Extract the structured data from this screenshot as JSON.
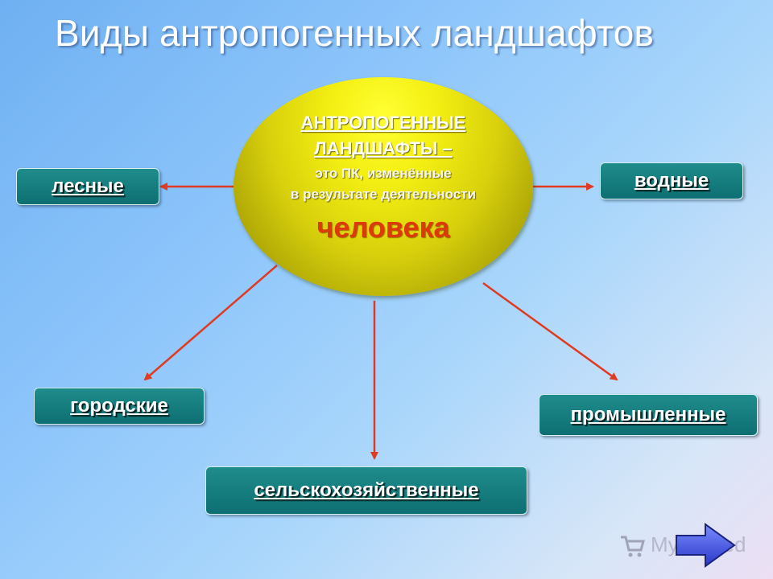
{
  "title": "Виды антропогенных ландшафтов",
  "center": {
    "line1": "АНТРОПОГЕННЫЕ",
    "line2": "ЛАНДШАФТЫ –",
    "line3": "это ПК, изменённые",
    "line4": "в результате деятельности",
    "line5": "человека"
  },
  "nodes": {
    "forest": "лесные",
    "water": "водные",
    "urban": "городские",
    "industrial": "промышленные",
    "agricultural": "сельскохозяйственные"
  },
  "colors": {
    "arrow": "#e03a22",
    "box": "#137a7c",
    "ellipse": "#e8e010",
    "accent_text": "#dc3a08"
  },
  "watermark": {
    "text": "MyShared"
  }
}
